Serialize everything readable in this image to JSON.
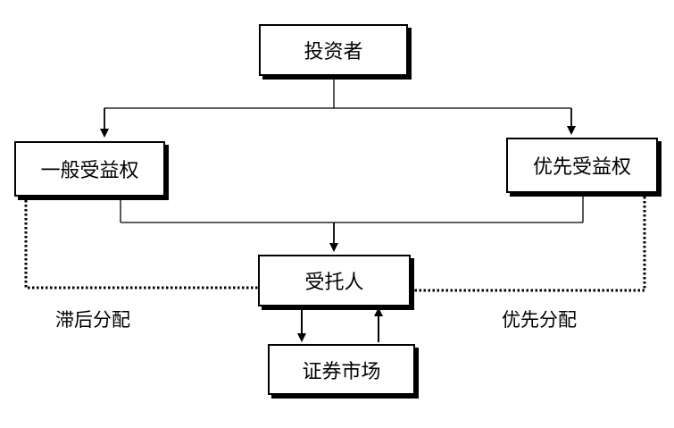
{
  "nodes": {
    "investor": "投资者",
    "general_rights": "一般受益权",
    "priority_rights": "优先受益权",
    "trustee": "受托人",
    "securities_market": "证券市场"
  },
  "labels": {
    "deferred_distribution": "滞后分配",
    "priority_distribution": "优先分配"
  },
  "colors": {
    "stroke": "#000000",
    "background": "#ffffff"
  }
}
